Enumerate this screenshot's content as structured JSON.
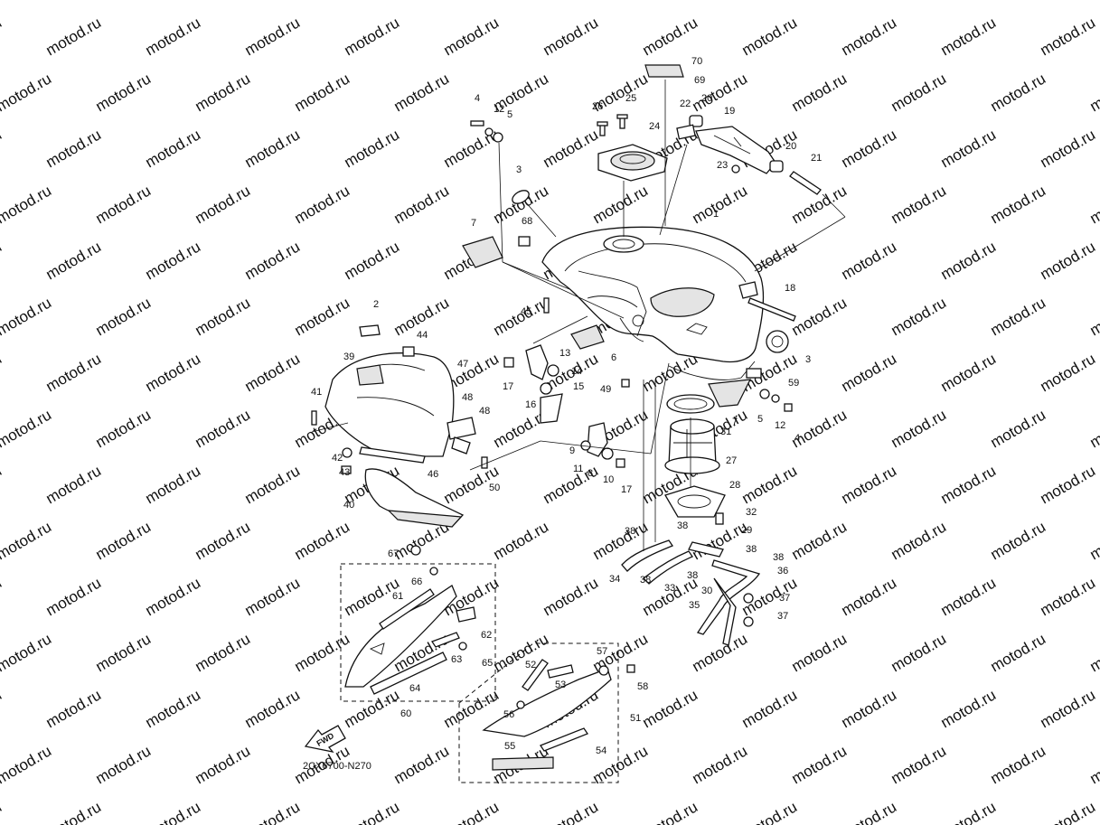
{
  "watermark": "motod.ru",
  "diagram_code": "2CX6700-N270",
  "fwd_label": "FWD",
  "labels": [
    {
      "n": "70"
    },
    {
      "n": "69"
    },
    {
      "n": "4"
    },
    {
      "n": "12"
    },
    {
      "n": "5"
    },
    {
      "n": "26"
    },
    {
      "n": "25"
    },
    {
      "n": "24"
    },
    {
      "n": "22"
    },
    {
      "n": "20"
    },
    {
      "n": "19"
    },
    {
      "n": "20"
    },
    {
      "n": "23"
    },
    {
      "n": "21"
    },
    {
      "n": "3"
    },
    {
      "n": "7"
    },
    {
      "n": "68"
    },
    {
      "n": "1"
    },
    {
      "n": "18"
    },
    {
      "n": "2"
    },
    {
      "n": "45"
    },
    {
      "n": "44"
    },
    {
      "n": "13"
    },
    {
      "n": "6"
    },
    {
      "n": "3"
    },
    {
      "n": "39"
    },
    {
      "n": "47"
    },
    {
      "n": "17"
    },
    {
      "n": "14"
    },
    {
      "n": "15"
    },
    {
      "n": "49"
    },
    {
      "n": "59"
    },
    {
      "n": "41"
    },
    {
      "n": "48"
    },
    {
      "n": "16"
    },
    {
      "n": "5"
    },
    {
      "n": "48"
    },
    {
      "n": "7"
    },
    {
      "n": "12"
    },
    {
      "n": "4"
    },
    {
      "n": "31"
    },
    {
      "n": "42"
    },
    {
      "n": "9"
    },
    {
      "n": "27"
    },
    {
      "n": "43"
    },
    {
      "n": "46"
    },
    {
      "n": "11"
    },
    {
      "n": "8"
    },
    {
      "n": "10"
    },
    {
      "n": "17"
    },
    {
      "n": "50"
    },
    {
      "n": "28"
    },
    {
      "n": "40"
    },
    {
      "n": "32"
    },
    {
      "n": "38"
    },
    {
      "n": "38"
    },
    {
      "n": "29"
    },
    {
      "n": "38"
    },
    {
      "n": "38"
    },
    {
      "n": "67"
    },
    {
      "n": "34"
    },
    {
      "n": "38"
    },
    {
      "n": "38"
    },
    {
      "n": "36"
    },
    {
      "n": "66"
    },
    {
      "n": "33"
    },
    {
      "n": "30"
    },
    {
      "n": "37"
    },
    {
      "n": "61"
    },
    {
      "n": "35"
    },
    {
      "n": "37"
    },
    {
      "n": "62"
    },
    {
      "n": "63"
    },
    {
      "n": "65"
    },
    {
      "n": "57"
    },
    {
      "n": "52"
    },
    {
      "n": "53"
    },
    {
      "n": "58"
    },
    {
      "n": "64"
    },
    {
      "n": "60"
    },
    {
      "n": "56"
    },
    {
      "n": "51"
    },
    {
      "n": "55"
    },
    {
      "n": "54"
    }
  ]
}
